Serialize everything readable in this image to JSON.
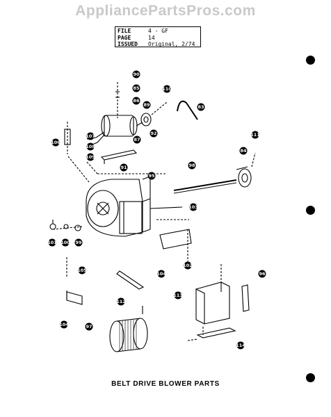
{
  "watermark": "AppliancePartsPros.com",
  "info_box": {
    "rows": [
      {
        "key": "FILE",
        "value": "4 - GF"
      },
      {
        "key": "PAGE",
        "value": "14"
      },
      {
        "key": "ISSUED",
        "value": "Original, 2/74"
      }
    ]
  },
  "callouts": [
    "90",
    "85",
    "86",
    "110",
    "83",
    "89",
    "92",
    "87",
    "106",
    "107",
    "108",
    "109",
    "91",
    "95",
    "111",
    "84",
    "98",
    "103",
    "101",
    "100",
    "99",
    "102",
    "105",
    "104",
    "104",
    "112",
    "113",
    "96",
    "97",
    "114"
  ],
  "title": "BELT DRIVE BLOWER PARTS"
}
